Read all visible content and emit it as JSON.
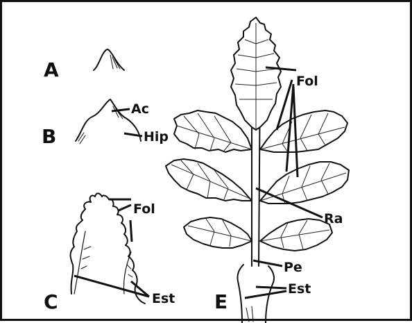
{
  "panels": {
    "a": "A",
    "b": "B",
    "c": "C",
    "e": "E"
  },
  "parts": {
    "b_ac": "Ac",
    "b_hip": "Hip",
    "c_fol": "Fol",
    "c_est": "Est",
    "e_fol": "Fol",
    "e_ra": "Ra",
    "e_pe": "Pe",
    "e_est": "Est"
  }
}
